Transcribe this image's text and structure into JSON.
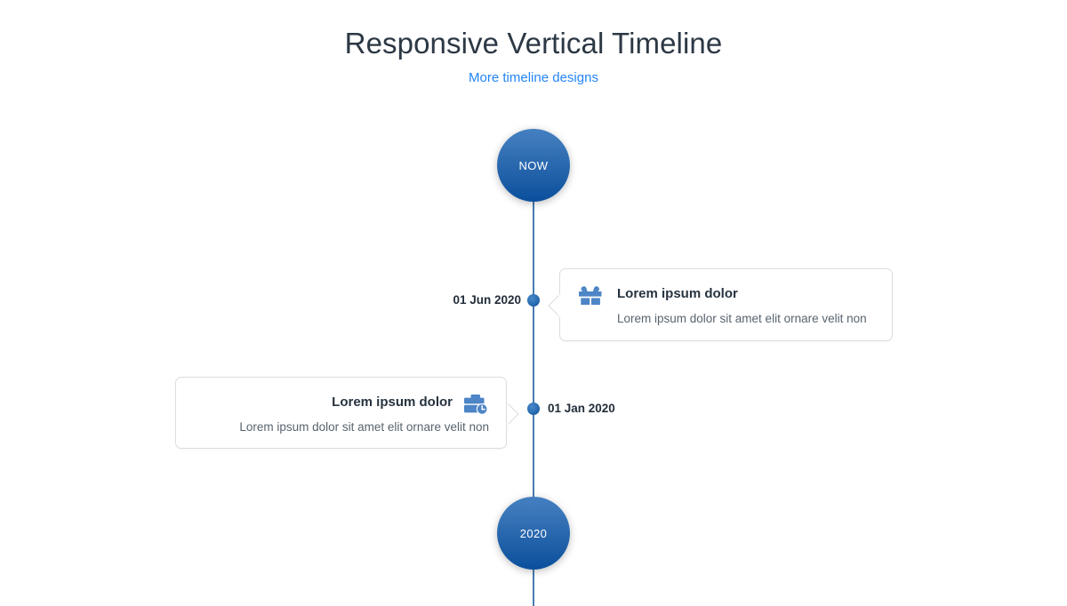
{
  "header": {
    "title": "Responsive Vertical Timeline",
    "subtitle_link": "More timeline designs",
    "link_color": "#2485f7",
    "title_color": "#2c3844"
  },
  "timeline": {
    "line_color": "#4a7ab0",
    "dot_color": "#2f72b8",
    "start_marker": {
      "label": "NOW",
      "name": "now-marker"
    },
    "end_marker": {
      "label": "2020",
      "name": "year-marker"
    },
    "events": [
      {
        "date": "01 Jun 2020",
        "side": "right",
        "icon": "gift-icon",
        "title": "Lorem ipsum dolor",
        "description": "Lorem ipsum dolor sit amet elit ornare velit non"
      },
      {
        "date": "01 Jan 2020",
        "side": "left",
        "icon": "briefcase-clock-icon",
        "title": "Lorem ipsum dolor",
        "description": "Lorem ipsum dolor sit amet elit ornare velit non"
      }
    ],
    "accent_colors": {
      "icon_blue": "#4d85c6",
      "circle_gradient_top": "#4480c1",
      "circle_gradient_bottom": "#0a4f9b",
      "card_border": "#dadde1"
    }
  }
}
